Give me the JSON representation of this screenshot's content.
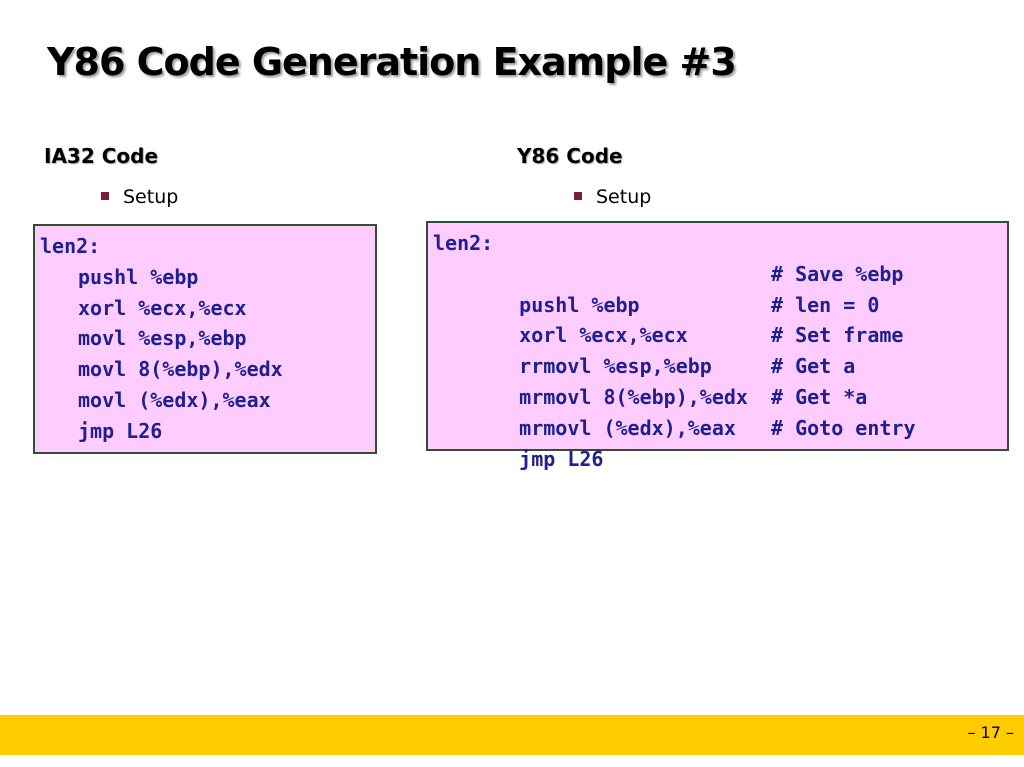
{
  "slide": {
    "title": "Y86 Code Generation Example #3",
    "page_number": "– 17 –"
  },
  "ia32": {
    "heading": "IA32 Code",
    "bullet": "Setup",
    "label": "len2:",
    "lines": [
      "pushl %ebp",
      "xorl %ecx,%ecx",
      "movl %esp,%ebp",
      "movl 8(%ebp),%edx",
      "movl (%edx),%eax",
      "jmp L26"
    ]
  },
  "y86": {
    "heading": "Y86 Code",
    "bullet": "Setup",
    "label": "len2:",
    "lines": [
      {
        "code": "pushl %ebp",
        "comment": "# Save %ebp"
      },
      {
        "code": "xorl %ecx,%ecx",
        "comment": "# len = 0"
      },
      {
        "code": "rrmovl %esp,%ebp",
        "comment": "# Set frame"
      },
      {
        "code": "mrmovl 8(%ebp),%edx",
        "comment": "# Get a"
      },
      {
        "code": "mrmovl (%edx),%eax",
        "comment": "# Get *a"
      },
      {
        "code": "jmp L26",
        "comment": "# Goto entry"
      }
    ]
  },
  "colors": {
    "code_box_bg": "#ffccff",
    "code_text": "#1f1f8f",
    "footer_bar": "#ffcc00",
    "bullet_marker": "#7a1c3a"
  }
}
